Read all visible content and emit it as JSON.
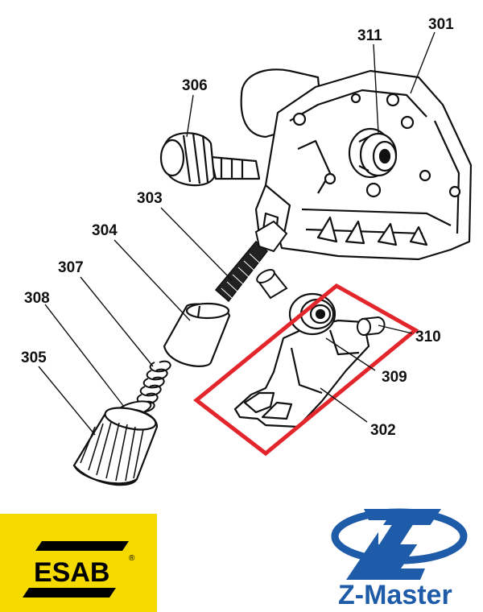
{
  "labels": {
    "l301": "301",
    "l311": "311",
    "l306": "306",
    "l303": "303",
    "l304": "304",
    "l307": "307",
    "l308": "308",
    "l305": "305",
    "l310": "310",
    "l309": "309",
    "l302": "302"
  },
  "logos": {
    "esab": {
      "text": "ESAB",
      "reg": "®",
      "bg": "#F5DA00"
    },
    "zmaster": {
      "text": "Z-Master",
      "color": "#1E5BA8"
    }
  },
  "colors": {
    "highlight": "#E3262B",
    "line": "#111111"
  }
}
